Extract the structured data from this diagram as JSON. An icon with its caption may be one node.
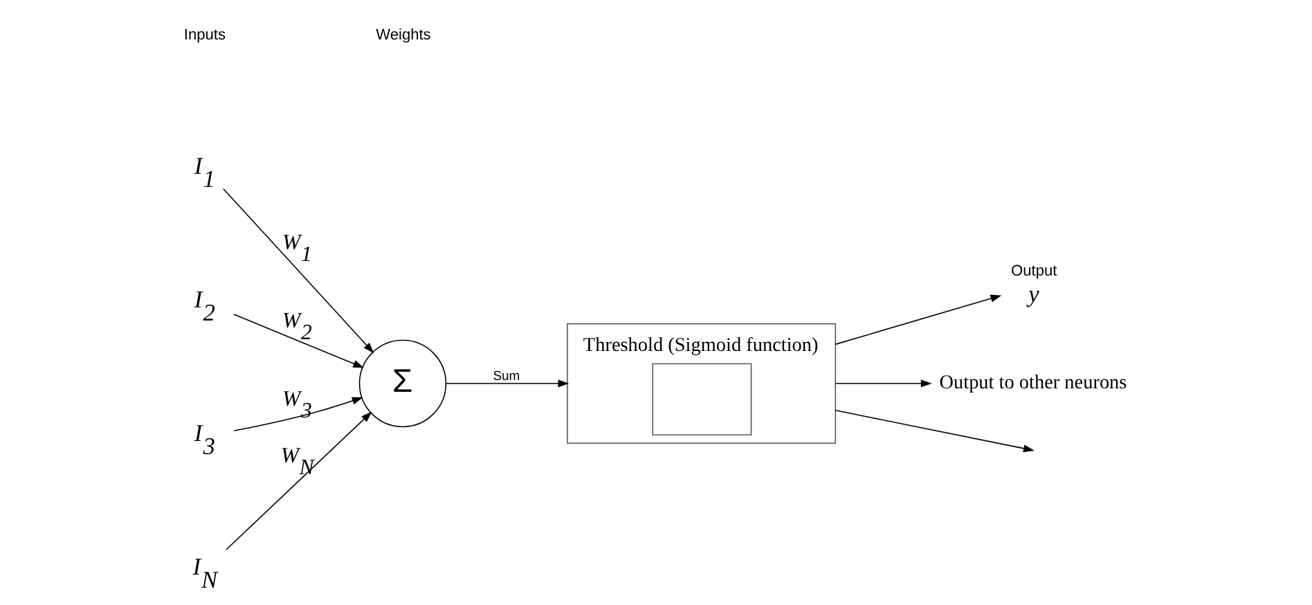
{
  "diagram": {
    "nodes": [
      {
        "text": [
          "I$_{1}$"
        ]
      },
      {
        "text": [
          "I$_{2}$"
        ]
      },
      {
        "text": [
          "I$_{3}$"
        ]
      },
      {
        "text": [
          "I$_{N}$"
        ]
      },
      {
        "text": [
          "Σ"
        ]
      },
      {
        "text": [
          "Threshold (Sigmoid function)"
        ]
      },
      {
        "text": [
          "y"
        ],
        "beside": [
          "Output"
        ]
      },
      {
        "text": [
          "Output to other neurons"
        ]
      }
    ],
    "edges": [
      {
        "from": 0,
        "to": 4,
        "arrow": "to",
        "label": "W$_{1}$"
      },
      {
        "from": 1,
        "to": 4,
        "arrow": "to",
        "label": "W$_{2}$"
      },
      {
        "from": 2,
        "to": 4,
        "arrow": "to",
        "label": "W$_{3}$"
      },
      {
        "from": 3,
        "to": 4,
        "arrow": "to",
        "label": "W$_{N}$"
      },
      {
        "from": 4,
        "to": 5,
        "arrow": "to",
        "label": "Sum"
      },
      {
        "from": 5,
        "to": null,
        "arrow": "to"
      },
      {
        "from": 5,
        "to": 6,
        "arrow": "to"
      },
      {
        "from": 5,
        "to": 7,
        "arrow": "to"
      }
    ],
    "labels": [
      "Inputs",
      "Weights"
    ]
  }
}
